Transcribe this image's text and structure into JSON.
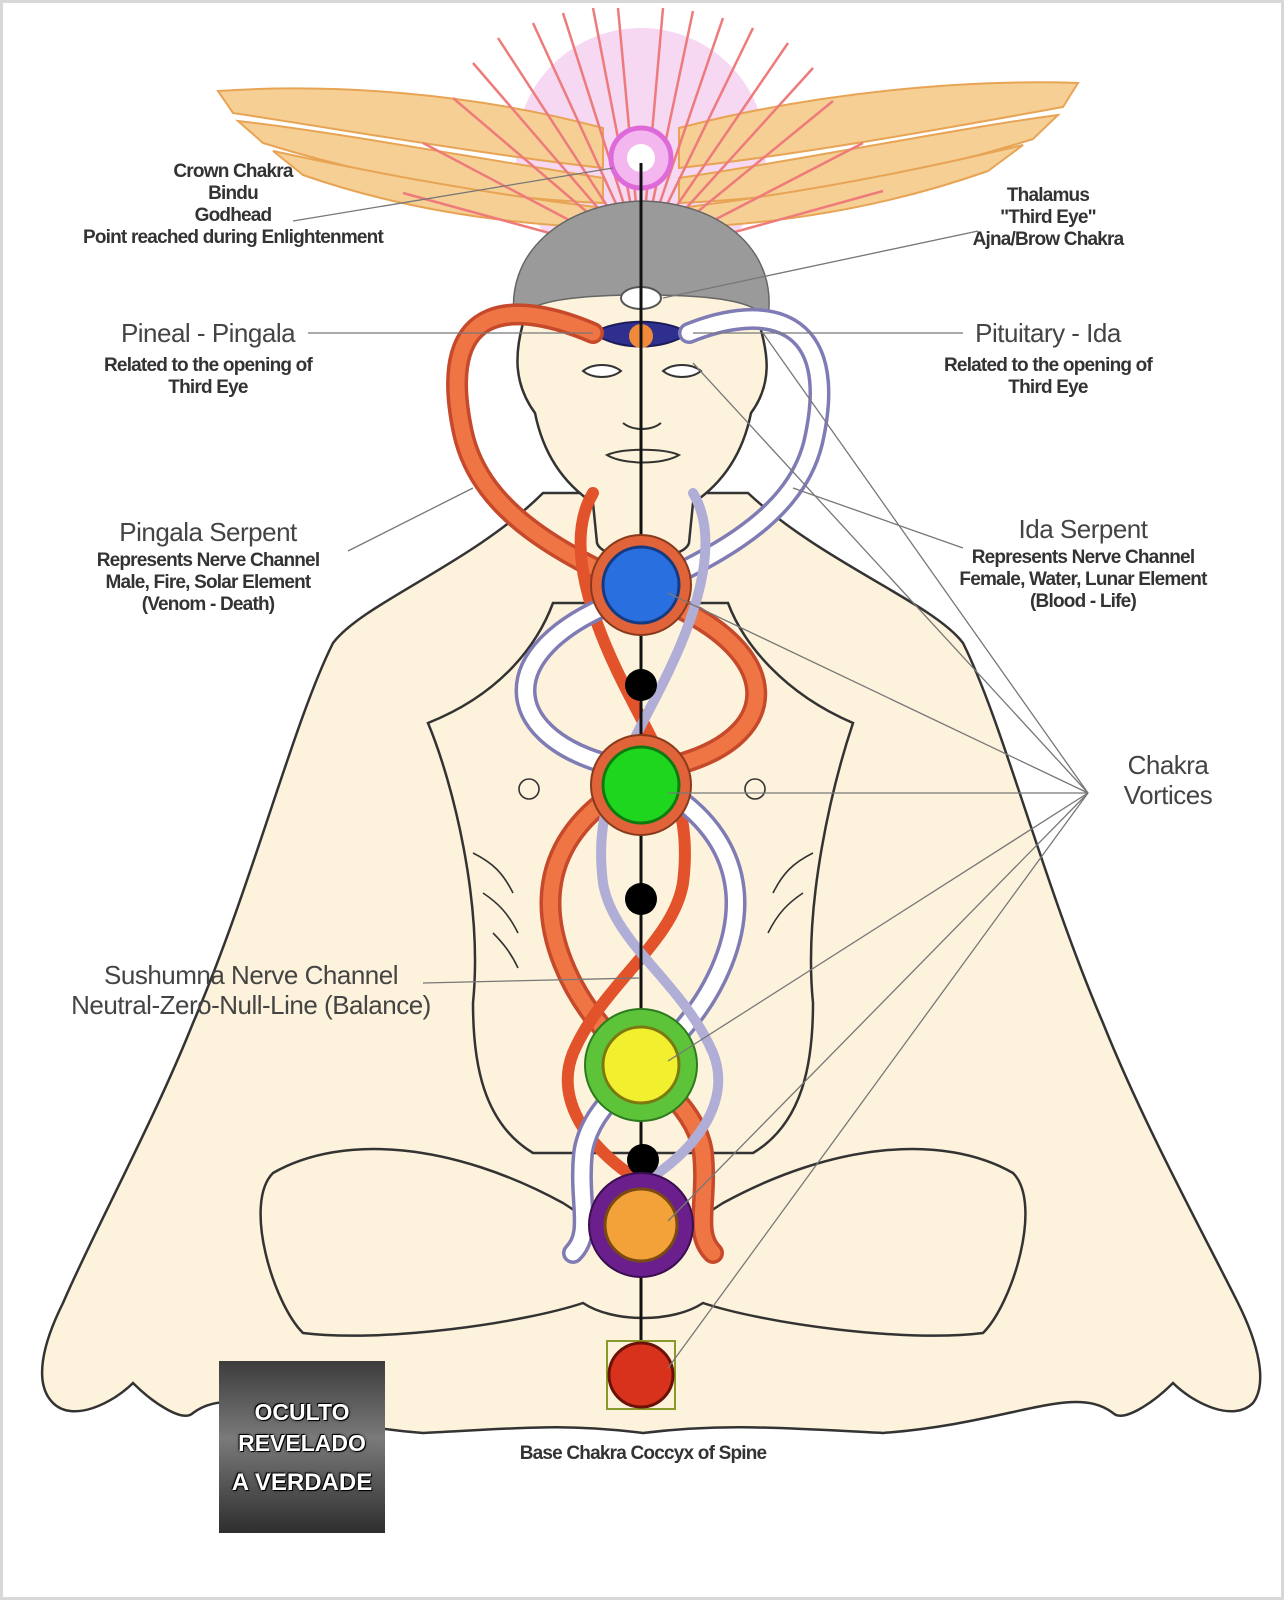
{
  "labels": {
    "crown": [
      "Crown Chakra",
      "Bindu",
      "Godhead",
      "Point reached during Enlightenment"
    ],
    "thalamus": [
      "Thalamus",
      "\"Third Eye\"",
      "Ajna/Brow Chakra"
    ],
    "pineal": {
      "title": "Pineal - Pingala",
      "lines": [
        "Related to the opening of",
        "Third Eye"
      ]
    },
    "pituitary": {
      "title": "Pituitary - Ida",
      "lines": [
        "Related to the opening of",
        "Third Eye"
      ]
    },
    "pingala_serpent": {
      "title": "Pingala Serpent",
      "lines": [
        "Represents Nerve Channel",
        "Male, Fire, Solar Element",
        "(Venom - Death)"
      ]
    },
    "ida_serpent": {
      "title": "Ida Serpent",
      "lines": [
        "Represents Nerve Channel",
        "Female, Water, Lunar Element",
        "(Blood - Life)"
      ]
    },
    "vortices": [
      "Chakra",
      "Vortices"
    ],
    "sushumna": [
      "Sushumna Nerve Channel",
      "Neutral-Zero-Null-Line (Balance)"
    ],
    "base": "Base Chakra Coccyx of Spine"
  },
  "watermark": {
    "line1": "OCULTO",
    "line2": "REVELADO",
    "line3": "A VERDADE"
  },
  "colors": {
    "skin": "#fdf3dc",
    "pingala": "#ec6a3c",
    "ida": "#ffffff",
    "ida_outline": "#8a88b8",
    "throat_chakra": "#2a6fe0",
    "heart_chakra": "#1fd61f",
    "solar_chakra": "#f2ef2e",
    "sacral_chakra": "#f3a23a",
    "base_chakra": "#d9321c",
    "crown": "#e98ee6",
    "wings": "#f4c27e"
  }
}
